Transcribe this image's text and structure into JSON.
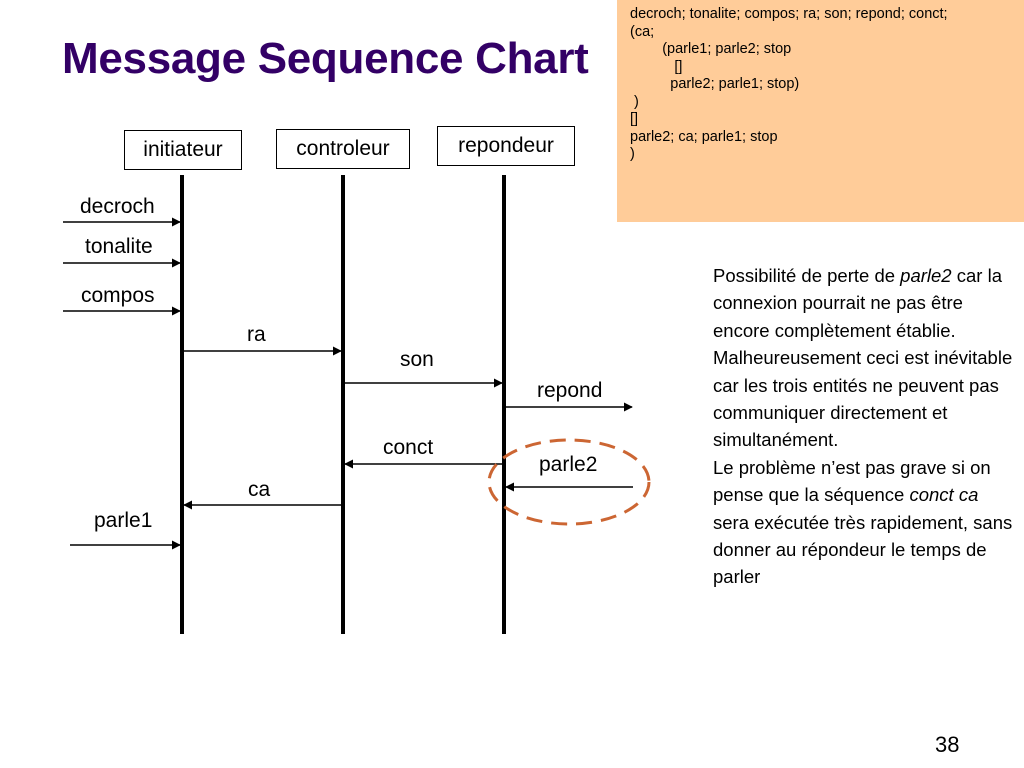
{
  "slide": {
    "title": "Message Sequence Chart",
    "page_number": "38"
  },
  "code": {
    "lines": [
      "decroch; tonalite; compos; ra; son; repond; conct;",
      "(ca;",
      "        (parle1; parle2; stop",
      "           []",
      "          parle2; parle1; stop)",
      " )",
      "[]",
      "parle2; ca; parle1; stop",
      ")"
    ]
  },
  "entities": {
    "initiateur": "initiateur",
    "controleur": "controleur",
    "repondeur": "repondeur"
  },
  "messages": {
    "decroch": "decroch",
    "tonalite": "tonalite",
    "compos": "compos",
    "ra": "ra",
    "son": "son",
    "repond": "repond",
    "conct": "conct",
    "parle2": "parle2",
    "ca": "ca",
    "parle1": "parle1"
  },
  "note": {
    "p1_before": "Possibilité de perte de ",
    "p1_em": "parle2",
    "p1_after": " car la connexion pourrait ne pas être encore complètement établie. Malheureusement ceci est inévitable car les trois entités ne peuvent pas communiquer directement et simultanément.",
    "p2_before": "Le problème n’est pas grave si on pense que la séquence ",
    "p2_em": "conct ca",
    "p2_after": " sera exécutée très rapidement, sans donner au répondeur le temps de parler"
  },
  "colors": {
    "title": "#330066",
    "code_background": "#ffcc99",
    "highlight_ellipse": "#cc6633"
  }
}
